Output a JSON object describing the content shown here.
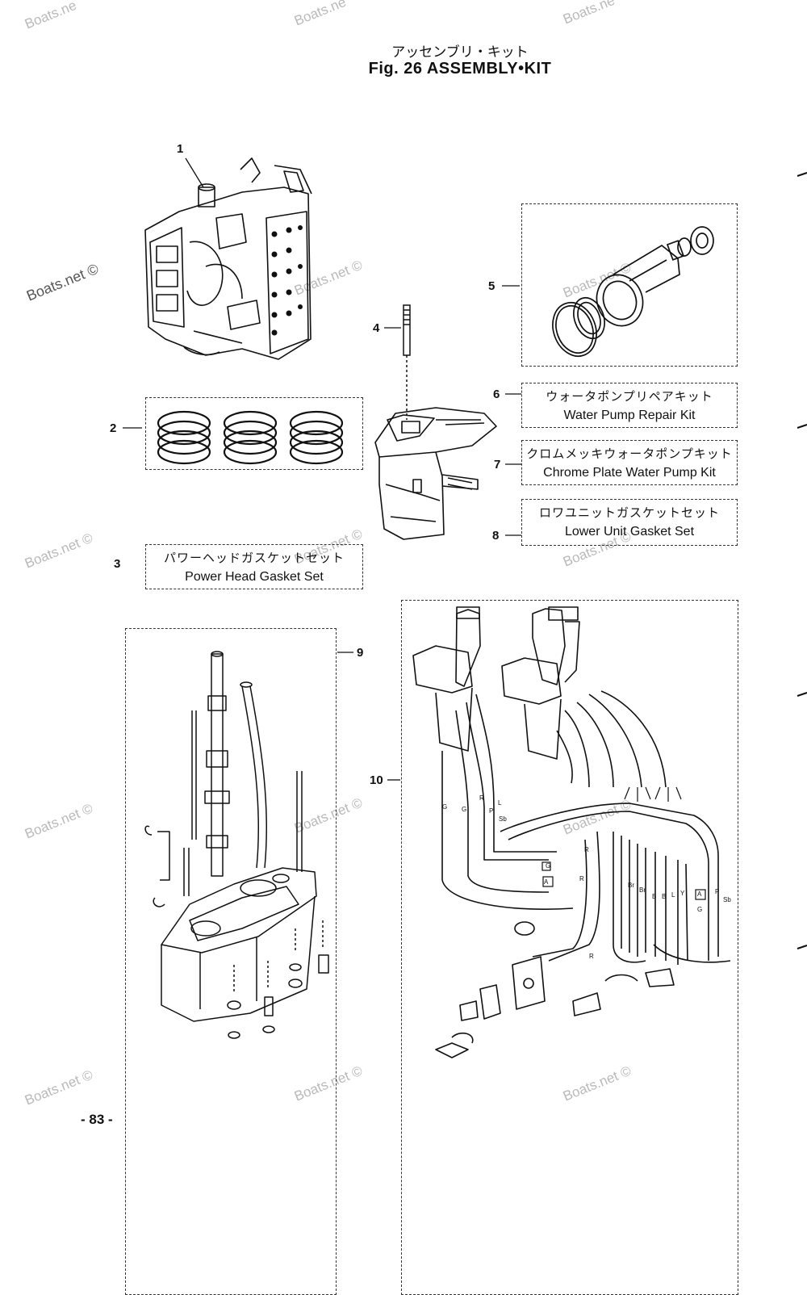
{
  "header": {
    "title_jp": "アッセンブリ・キット",
    "title_en": "Fig. 26   ASSEMBLY•KIT"
  },
  "watermarks": {
    "text": "Boats.net ©",
    "text_short": "Boats.ne"
  },
  "callouts": [
    "1",
    "2",
    "3",
    "4",
    "5",
    "6",
    "7",
    "8",
    "9",
    "10"
  ],
  "kits": {
    "power_head_gasket": {
      "jp": "パワーヘッドガスケットセット",
      "en": "Power Head Gasket Set"
    },
    "water_pump_repair": {
      "jp": "ウォータポンプリペアキット",
      "en": "Water Pump Repair Kit"
    },
    "chrome_plate_pump": {
      "jp": "クロムメッキウォータポンプキット",
      "en": "Chrome Plate Water Pump Kit"
    },
    "lower_unit_gasket": {
      "jp": "ロワユニットガスケットセット",
      "en": "Lower Unit Gasket Set"
    }
  },
  "wire_labels": [
    "G",
    "G",
    "R",
    "P",
    "L",
    "Sb",
    "G",
    "R",
    "R",
    "Br",
    "Br",
    "B",
    "B",
    "L",
    "Y",
    "G",
    "P",
    "Sb",
    "A",
    "A",
    "R"
  ],
  "page_number": "- 83 -",
  "icons": [
    "powerhead-illustration",
    "piston-rings-illustration",
    "stud-illustration",
    "water-pump-illustration",
    "lower-unit-illustration",
    "driveshaft-housing-illustration",
    "remote-control-illustration"
  ]
}
